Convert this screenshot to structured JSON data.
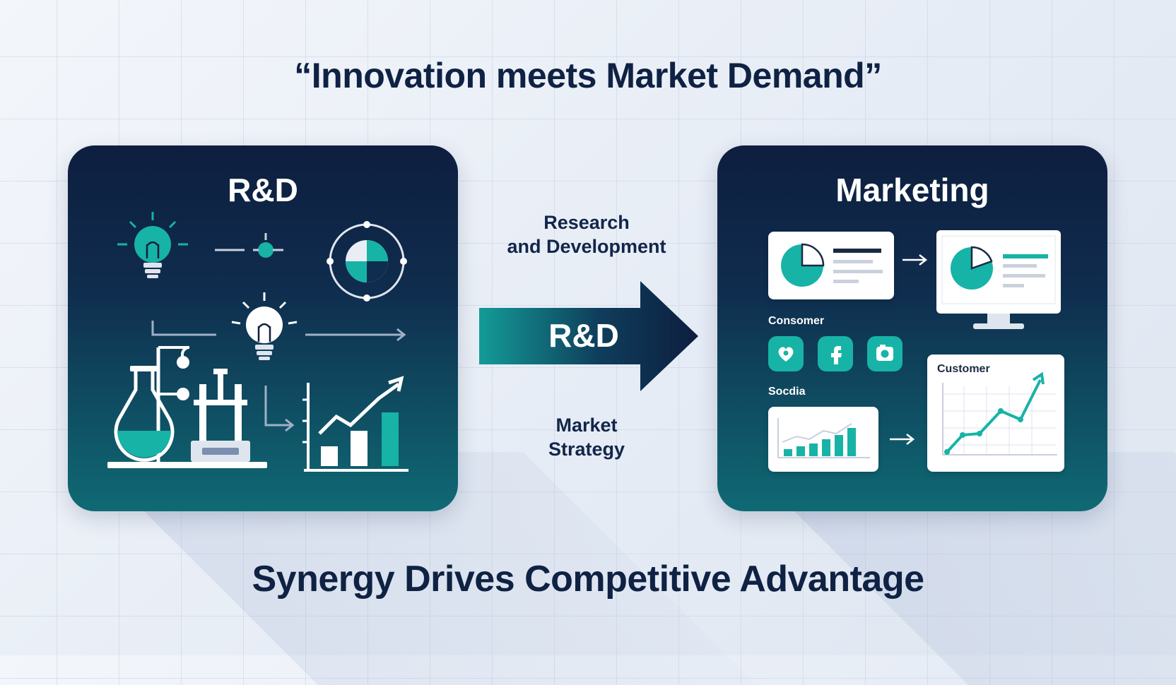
{
  "title": "“Innovation meets Market Demand”",
  "footer": "Synergy Drives Competitive Advantage",
  "left_panel": {
    "title": "R&D"
  },
  "right_panel": {
    "title": "Marketing",
    "consumer_label": "Consomer",
    "social_label": "Socdia",
    "customer_label": "Customer"
  },
  "middle": {
    "top_text_line1": "Research",
    "top_text_line2": "and Development",
    "arrow_label": "R&D",
    "bottom_text_line1": "Market",
    "bottom_text_line2": "Strategy"
  },
  "colors": {
    "navy": "#0e1e3f",
    "teal": "#17b3a6",
    "title_text": "#0f2244"
  },
  "icons": [
    "lightbulb-icon",
    "target-icon",
    "flask-icon",
    "bar-chart-icon",
    "pie-chart-icon",
    "monitor-icon",
    "heart-icon",
    "facebook-icon",
    "instagram-icon",
    "line-chart-icon"
  ]
}
